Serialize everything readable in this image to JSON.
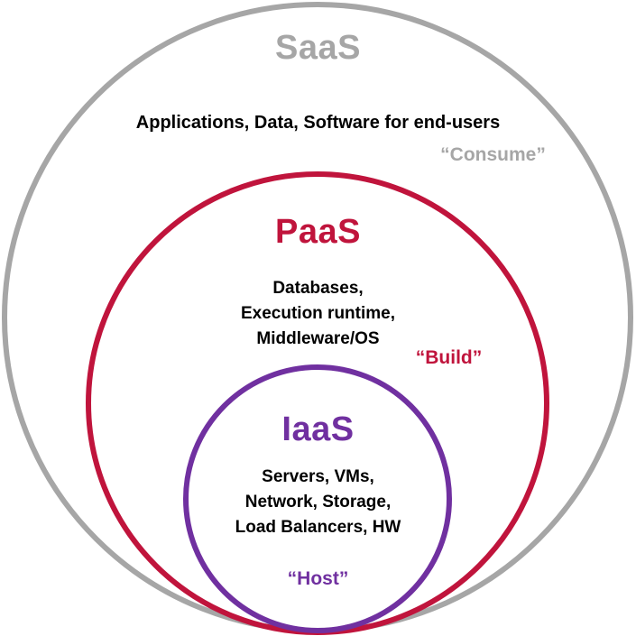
{
  "colors": {
    "saas": "#a6a6a6",
    "paas": "#c0143c",
    "iaas": "#7030a0"
  },
  "saas": {
    "title": "SaaS",
    "description": "Applications, Data, Software for end-users",
    "tag": "“Consume”"
  },
  "paas": {
    "title": "PaaS",
    "description_lines": [
      "Databases,",
      "Execution runtime,",
      "Middleware/OS"
    ],
    "tag": "“Build”"
  },
  "iaas": {
    "title": "IaaS",
    "description_lines": [
      "Servers, VMs,",
      "Network, Storage,",
      "Load Balancers, HW"
    ],
    "tag": "“Host”"
  }
}
